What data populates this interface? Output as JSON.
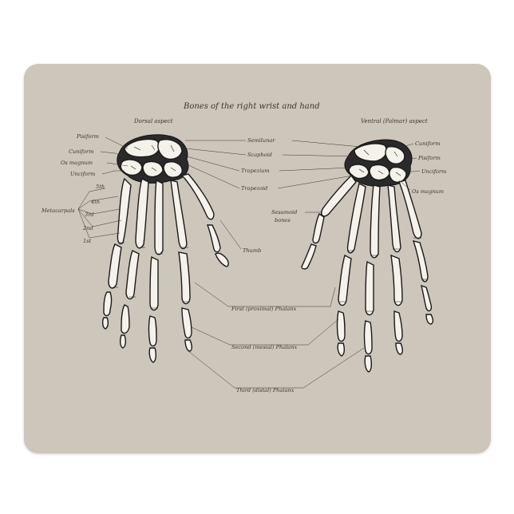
{
  "colors": {
    "pad": "#cdc6ba",
    "bone": "#f4f2ea",
    "ink": "#1a1a1a",
    "label": "#3a3530"
  },
  "diagram": {
    "title": "Bones of the right wrist and hand",
    "left_view": "Dorsal aspect",
    "right_view": "Ventral (Palmar) aspect",
    "labels_left": {
      "pisiform": "Pisiform",
      "cuniform": "Cuniform",
      "os_magnum": "Os magnum",
      "unciform": "Unciform",
      "metacarpals": "Metacarpals",
      "m5": "5th",
      "m4": "4th",
      "m3": "3rd",
      "m2": "2nd",
      "m1": "1st"
    },
    "labels_center": {
      "semilunar": "Semilunar",
      "scaphoid": "Scaphoid",
      "trapezium": "Trapezium",
      "trapezoid": "Trapezoid",
      "thumb": "Thumb",
      "first_phalanx": "First (proximal) Phalanx",
      "second_phalanx": "Second (mesial) Phalanx",
      "third_phalanx": "Third (distal) Phalanx"
    },
    "labels_right": {
      "cuniform": "Cuniform",
      "pisiform": "Pisiform",
      "unciform": "Unciform",
      "os_magnum": "Os magnum",
      "sesamoid_1": "Sesamoid",
      "sesamoid_2": "bones"
    }
  }
}
